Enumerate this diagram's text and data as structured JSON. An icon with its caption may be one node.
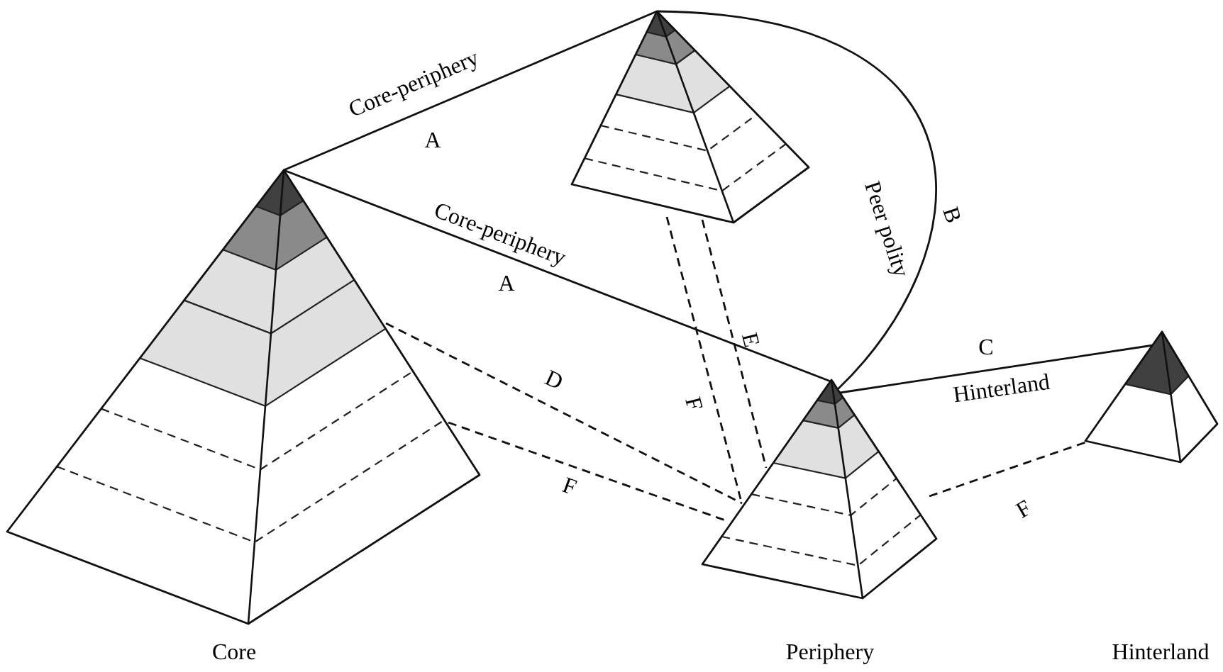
{
  "diagram": {
    "nodes": [
      {
        "text": [],
        "shape": "pyramid"
      },
      {
        "text": [],
        "shape": "pyramid"
      },
      {
        "text": [],
        "shape": "pyramid"
      },
      {
        "text": [],
        "shape": "pyramid"
      }
    ],
    "edges": [
      {
        "from": 0,
        "to": 1,
        "arrow": "none",
        "label": "Core-periphery"
      },
      {
        "from": 0,
        "to": 2,
        "arrow": "none",
        "label": "Core-periphery"
      },
      {
        "from": 1,
        "to": 2,
        "arrow": "none",
        "label": "Peer polity"
      },
      {
        "from": 2,
        "to": 3,
        "arrow": "none",
        "label": "Hinterland"
      },
      {
        "from": 0,
        "to": 2,
        "arrow": "none",
        "label": "D",
        "style": "dashed"
      },
      {
        "from": 0,
        "to": 2,
        "arrow": "none",
        "label": "F",
        "style": "dashed"
      },
      {
        "from": 1,
        "to": 2,
        "arrow": "none",
        "label": "E",
        "style": "dashed"
      },
      {
        "from": 1,
        "to": 2,
        "arrow": "none",
        "label": "F",
        "style": "dashed"
      },
      {
        "from": 2,
        "to": 3,
        "arrow": "none",
        "label": "F",
        "style": "dashed"
      }
    ],
    "labels": [
      "A",
      "A",
      "B",
      "C",
      "Core",
      "Periphery",
      "Hinterland"
    ]
  }
}
